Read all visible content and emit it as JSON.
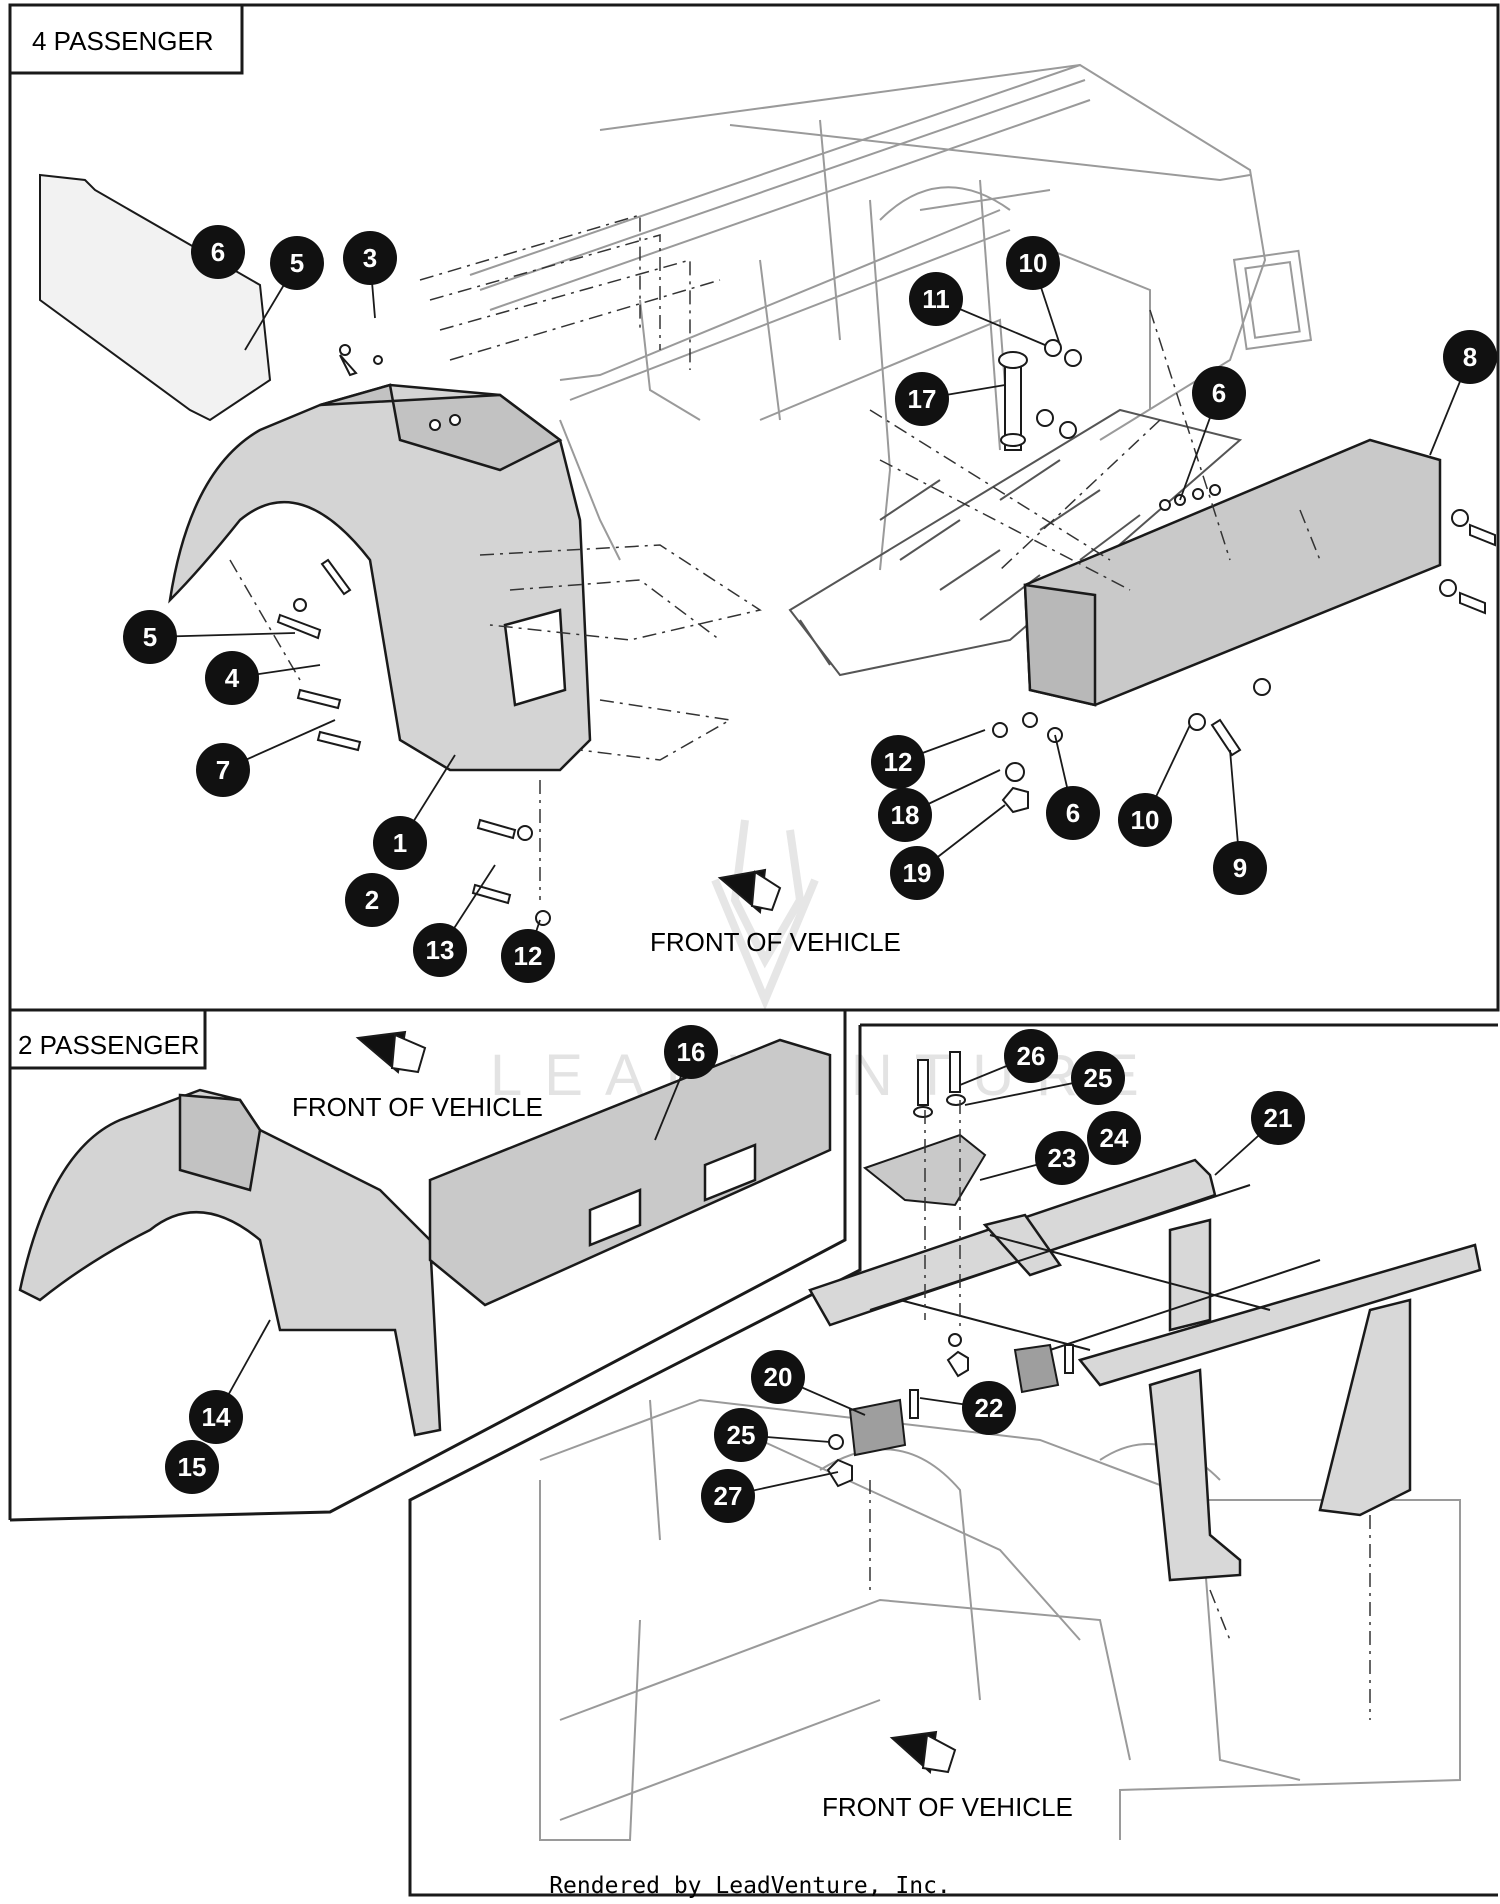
{
  "panels": {
    "four_passenger": {
      "label": "4 PASSENGER"
    },
    "two_passenger": {
      "label": "2 PASSENGER"
    }
  },
  "front_labels": {
    "four_passenger": "FRONT OF VEHICLE",
    "two_passenger": "FRONT OF VEHICLE",
    "seat_frame": "FRONT OF VEHICLE"
  },
  "watermark": "LEADVENTURE",
  "footer": "Rendered by LeadVenture, Inc.",
  "colors": {
    "callout_fill": "#111111",
    "line": "#1a1a1a",
    "part_fill": "#cfcfcf",
    "ghost_line": "#9a9a9a"
  },
  "callouts": {
    "four_passenger": [
      "6",
      "5",
      "3",
      "10",
      "11",
      "8",
      "17",
      "6",
      "5",
      "4",
      "7",
      "1",
      "2",
      "12",
      "18",
      "6",
      "19",
      "10",
      "9",
      "13",
      "12"
    ],
    "two_passenger": [
      "16",
      "14",
      "15"
    ],
    "seat_frame": [
      "26",
      "25",
      "24",
      "21",
      "23",
      "20",
      "22",
      "25",
      "27"
    ]
  }
}
